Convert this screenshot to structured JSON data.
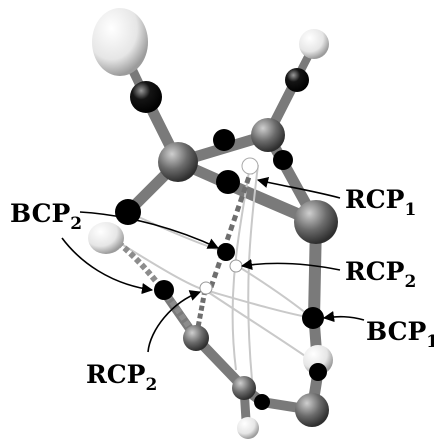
{
  "labels": {
    "rcp1_right": {
      "base": "RCP",
      "sub": "1"
    },
    "rcp2_right": {
      "base": "RCP",
      "sub": "2"
    },
    "bcp1_right": {
      "base": "BCP",
      "sub": "1"
    },
    "bcp2_left": {
      "base": "BCP",
      "sub": "2"
    },
    "rcp2_bottom": {
      "base": "RCP",
      "sub": "2"
    }
  },
  "colors": {
    "carbon": "#6b6b6b",
    "oxygen": "#0a0a0a",
    "hydrogen": "#f2f2f2",
    "bond": "#7a7a7a",
    "bcp": "#000000",
    "rcp": "#ffffff"
  }
}
